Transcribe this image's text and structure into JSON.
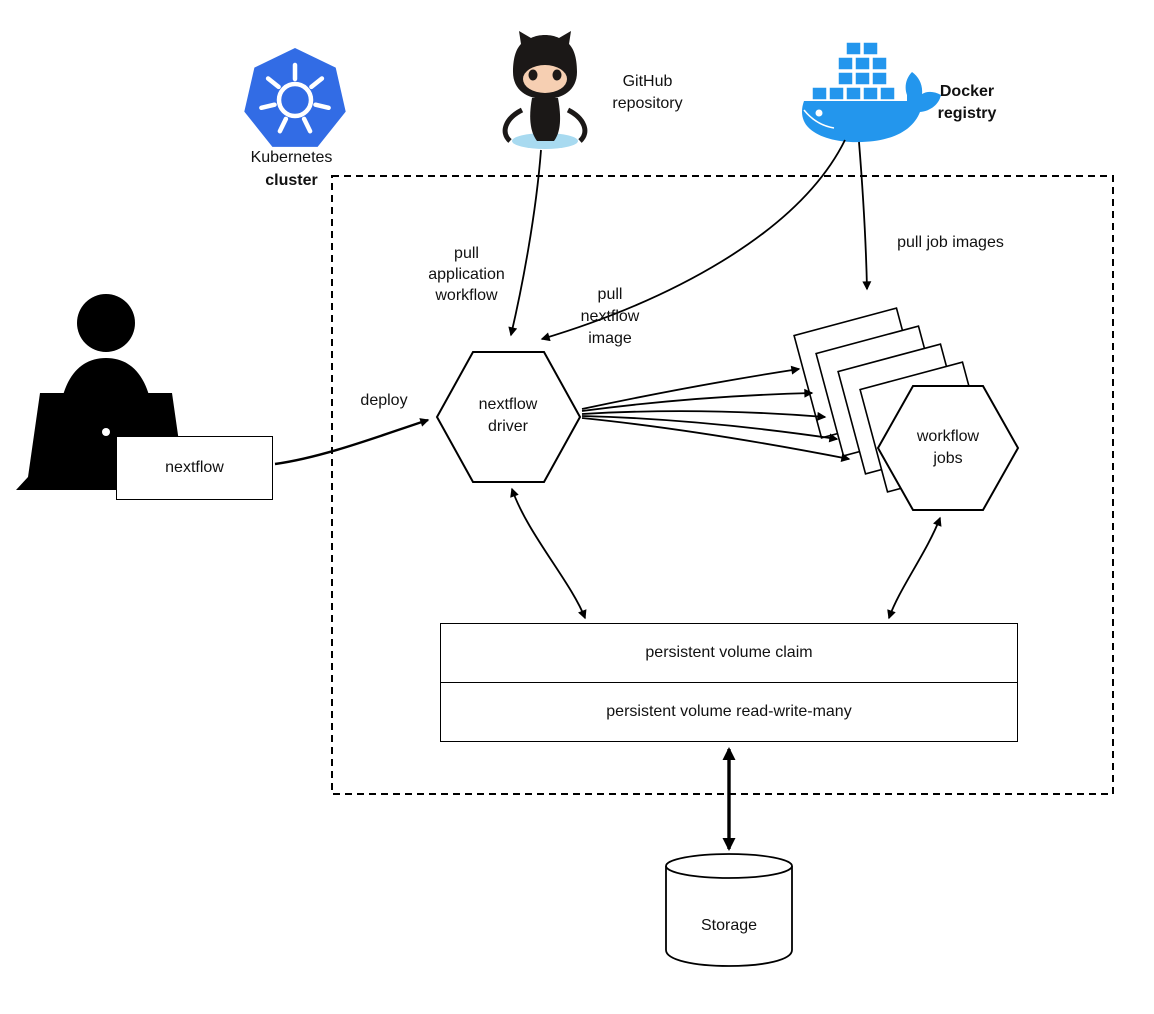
{
  "colors": {
    "kubernetes_blue": "#326CE5",
    "docker_blue": "#2396ED",
    "github_black": "#1b1817",
    "octocat_face": "#F6CFB2",
    "octocat_shadow": "#A8DAF0",
    "stroke": "#000000",
    "node_fill": "#ffffff"
  },
  "nodes": {
    "kubernetes": {
      "line1": "Kubernetes",
      "line2": "cluster"
    },
    "github": {
      "line1": "GitHub",
      "line2": "repository"
    },
    "docker": {
      "line1": "Docker",
      "line2": "registry"
    },
    "nextflow_client": {
      "label": "nextflow"
    },
    "nextflow_driver": {
      "line1": "nextflow",
      "line2": "driver"
    },
    "workflow_jobs": {
      "line1": "workflow",
      "line2": "jobs"
    },
    "persistent_volume_claim": {
      "label": "persistent volume claim"
    },
    "persistent_volume": {
      "label": "persistent volume read-write-many"
    },
    "storage": {
      "label": "Storage"
    }
  },
  "edges": {
    "deploy": {
      "label": "deploy"
    },
    "pull_application_workflow": {
      "line1": "pull",
      "line2": "application",
      "line3": "workflow"
    },
    "pull_nextflow_image": {
      "line1": "pull",
      "line2": "nextflow",
      "line3": "image"
    },
    "pull_job_images": {
      "label": "pull job images"
    }
  }
}
